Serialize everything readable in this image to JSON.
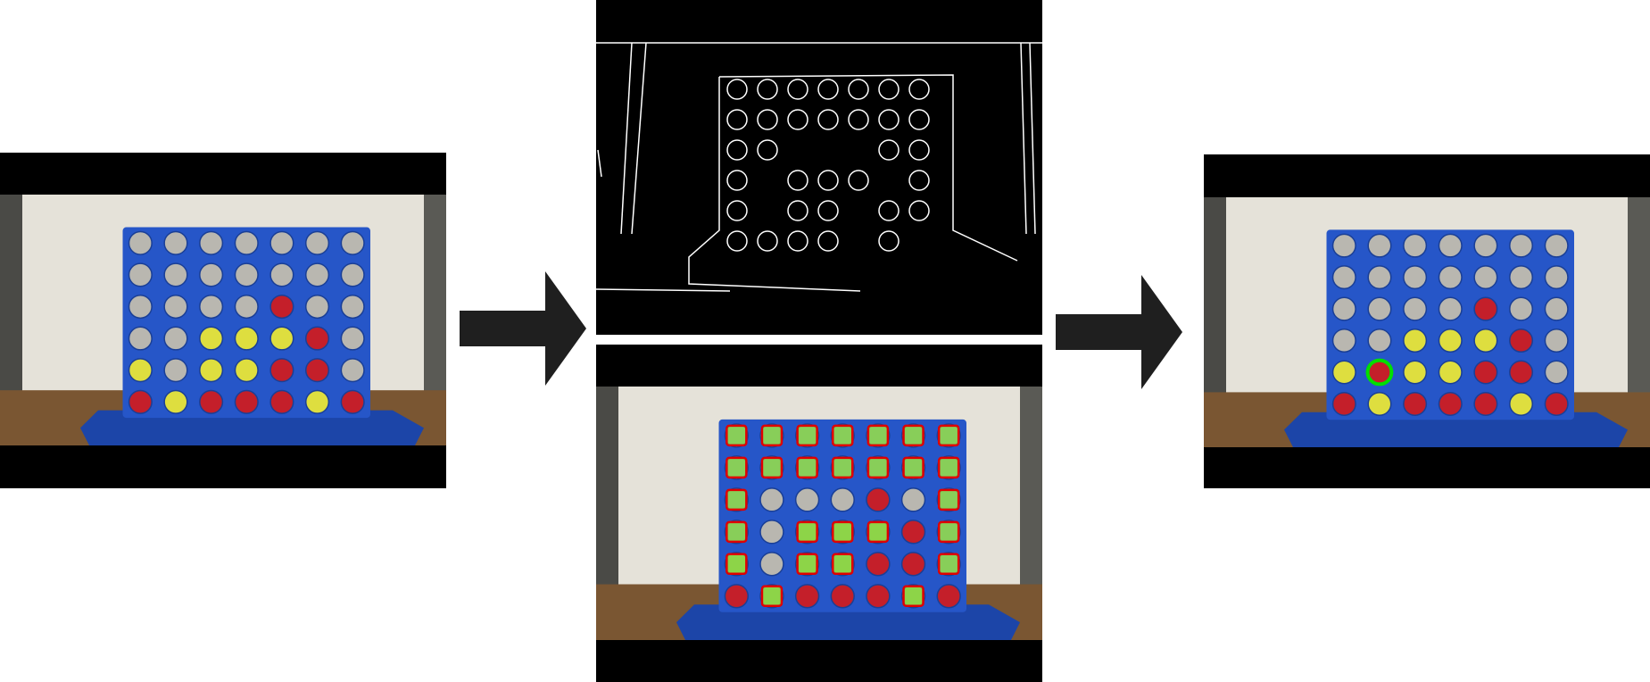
{
  "pipeline": {
    "colors": {
      "board": "#2656c8",
      "board_dark": "#1c45a8",
      "empty": "#b9b7b0",
      "red_piece": "#c41f2a",
      "yellow_piece": "#dede3f",
      "detect_box": "#e00000",
      "detect_fill": "#7fd24a",
      "highlight_ring": "#00e000",
      "edge_line": "#ffffff",
      "arrow": "#1f1f1f",
      "background": "#000000",
      "towel": "#e5e2d9",
      "table": "#7a5632"
    },
    "board_state": [
      [
        "E",
        "E",
        "E",
        "E",
        "E",
        "E",
        "E"
      ],
      [
        "E",
        "E",
        "E",
        "E",
        "E",
        "E",
        "E"
      ],
      [
        "E",
        "E",
        "E",
        "E",
        "R",
        "E",
        "E"
      ],
      [
        "E",
        "E",
        "Y",
        "Y",
        "Y",
        "R",
        "E"
      ],
      [
        "Y",
        "E",
        "Y",
        "Y",
        "R",
        "R",
        "E"
      ],
      [
        "R",
        "Y",
        "R",
        "R",
        "R",
        "Y",
        "R"
      ]
    ],
    "board_state_result": [
      [
        "E",
        "E",
        "E",
        "E",
        "E",
        "E",
        "E"
      ],
      [
        "E",
        "E",
        "E",
        "E",
        "E",
        "E",
        "E"
      ],
      [
        "E",
        "E",
        "E",
        "E",
        "R",
        "E",
        "E"
      ],
      [
        "E",
        "E",
        "Y",
        "Y",
        "Y",
        "R",
        "E"
      ],
      [
        "Y",
        "N",
        "Y",
        "Y",
        "R",
        "R",
        "E"
      ],
      [
        "R",
        "Y",
        "R",
        "R",
        "R",
        "Y",
        "R"
      ]
    ],
    "new_move": {
      "row": 4,
      "col": 1,
      "color": "red"
    },
    "detected_cells": [
      [
        0,
        0
      ],
      [
        0,
        1
      ],
      [
        0,
        2
      ],
      [
        0,
        3
      ],
      [
        0,
        4
      ],
      [
        0,
        5
      ],
      [
        0,
        6
      ],
      [
        1,
        0
      ],
      [
        1,
        1
      ],
      [
        1,
        2
      ],
      [
        1,
        3
      ],
      [
        1,
        4
      ],
      [
        1,
        5
      ],
      [
        1,
        6
      ],
      [
        2,
        0
      ],
      [
        2,
        6
      ],
      [
        3,
        0
      ],
      [
        3,
        2
      ],
      [
        3,
        3
      ],
      [
        3,
        4
      ],
      [
        3,
        6
      ],
      [
        4,
        0
      ],
      [
        4,
        2
      ],
      [
        4,
        3
      ],
      [
        4,
        6
      ],
      [
        5,
        1
      ],
      [
        5,
        5
      ]
    ],
    "edge_circles": [
      [
        0,
        0
      ],
      [
        0,
        1
      ],
      [
        0,
        2
      ],
      [
        0,
        3
      ],
      [
        0,
        4
      ],
      [
        0,
        5
      ],
      [
        0,
        6
      ],
      [
        1,
        0
      ],
      [
        1,
        1
      ],
      [
        1,
        2
      ],
      [
        1,
        3
      ],
      [
        1,
        4
      ],
      [
        1,
        5
      ],
      [
        1,
        6
      ],
      [
        2,
        0
      ],
      [
        2,
        1
      ],
      [
        2,
        5
      ],
      [
        2,
        6
      ],
      [
        3,
        0
      ],
      [
        3,
        2
      ],
      [
        3,
        3
      ],
      [
        3,
        4
      ],
      [
        3,
        6
      ],
      [
        4,
        0
      ],
      [
        4,
        2
      ],
      [
        4,
        3
      ],
      [
        4,
        5
      ],
      [
        4,
        6
      ],
      [
        5,
        0
      ],
      [
        5,
        1
      ],
      [
        5,
        2
      ],
      [
        5,
        3
      ],
      [
        5,
        5
      ]
    ],
    "panels": [
      {
        "name": "input-frame-panel",
        "kind": "photo"
      },
      {
        "name": "edge-detection-panel",
        "kind": "edges"
      },
      {
        "name": "cell-detection-panel",
        "kind": "detect"
      },
      {
        "name": "move-highlight-panel",
        "kind": "result"
      }
    ]
  }
}
